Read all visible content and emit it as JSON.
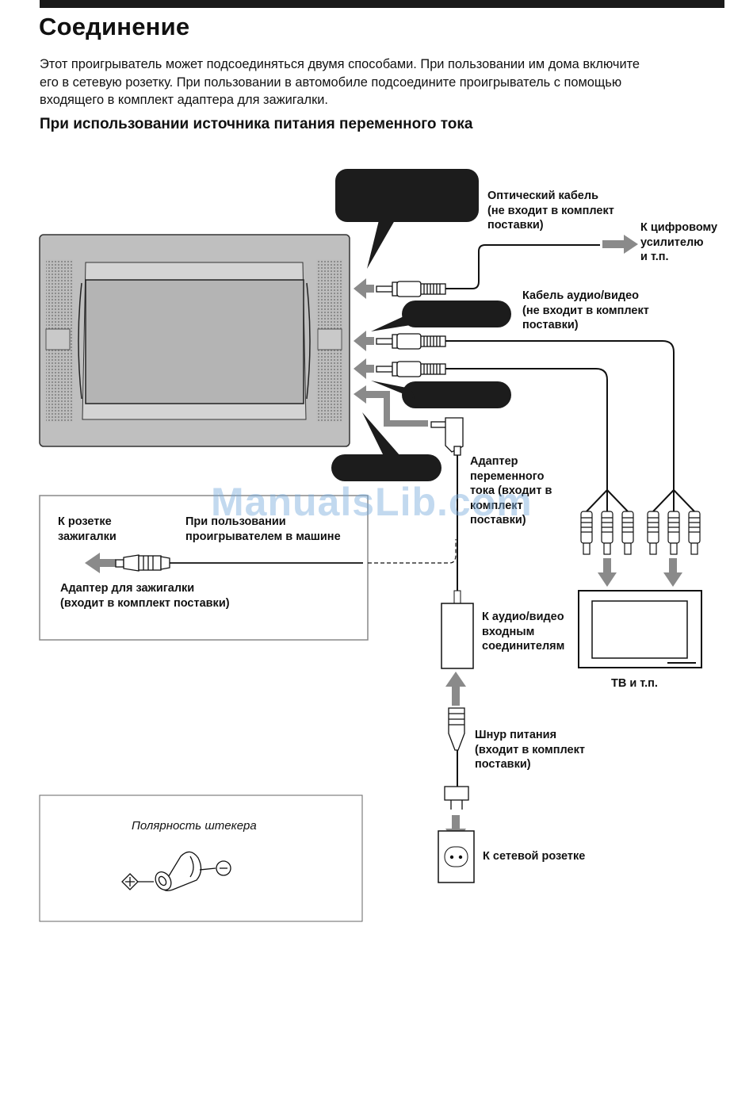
{
  "header": {
    "title": "Соединение",
    "intro_lines": [
      "Этот проигрыватель может подсоединяться двумя способами. При пользовании им дома включите",
      "его в сетевую розетку. При пользовании в автомобиле подсоедините проигрыватель с помощью",
      "входящего в комплект адаптера для зажигалки."
    ],
    "subtitle": "При использовании источника питания переменного тока"
  },
  "labels": {
    "optical": [
      "Оптический кабель",
      "(не входит в комплект",
      "поставки)"
    ],
    "digital_amp": [
      "К цифровому",
      "усилителю",
      "и т.п."
    ],
    "av_cable": [
      "Кабель аудио/видео",
      "(не входит в комплект",
      "поставки)"
    ],
    "ac_adapter": [
      "Адаптер",
      "переменного",
      "тока (входит в",
      "комплект",
      "поставки)"
    ],
    "av_inputs": [
      "К аудио/видео",
      "входным",
      "соединителям"
    ],
    "tv": "ТВ и т.п.",
    "power_cord": [
      "Шнур питания",
      "(входит в комплект",
      "поставки)"
    ],
    "wall_outlet": "К сетевой розетке",
    "car": {
      "to_socket": [
        "К розетке",
        "зажигалки"
      ],
      "in_car": [
        "При пользовании",
        "проигрывателем в машине"
      ],
      "car_adapter": [
        "Адаптер для зажигалки",
        "(входит в комплект поставки)"
      ]
    },
    "polarity": "Полярность штекера"
  },
  "watermark": "ManualsLib.com"
}
